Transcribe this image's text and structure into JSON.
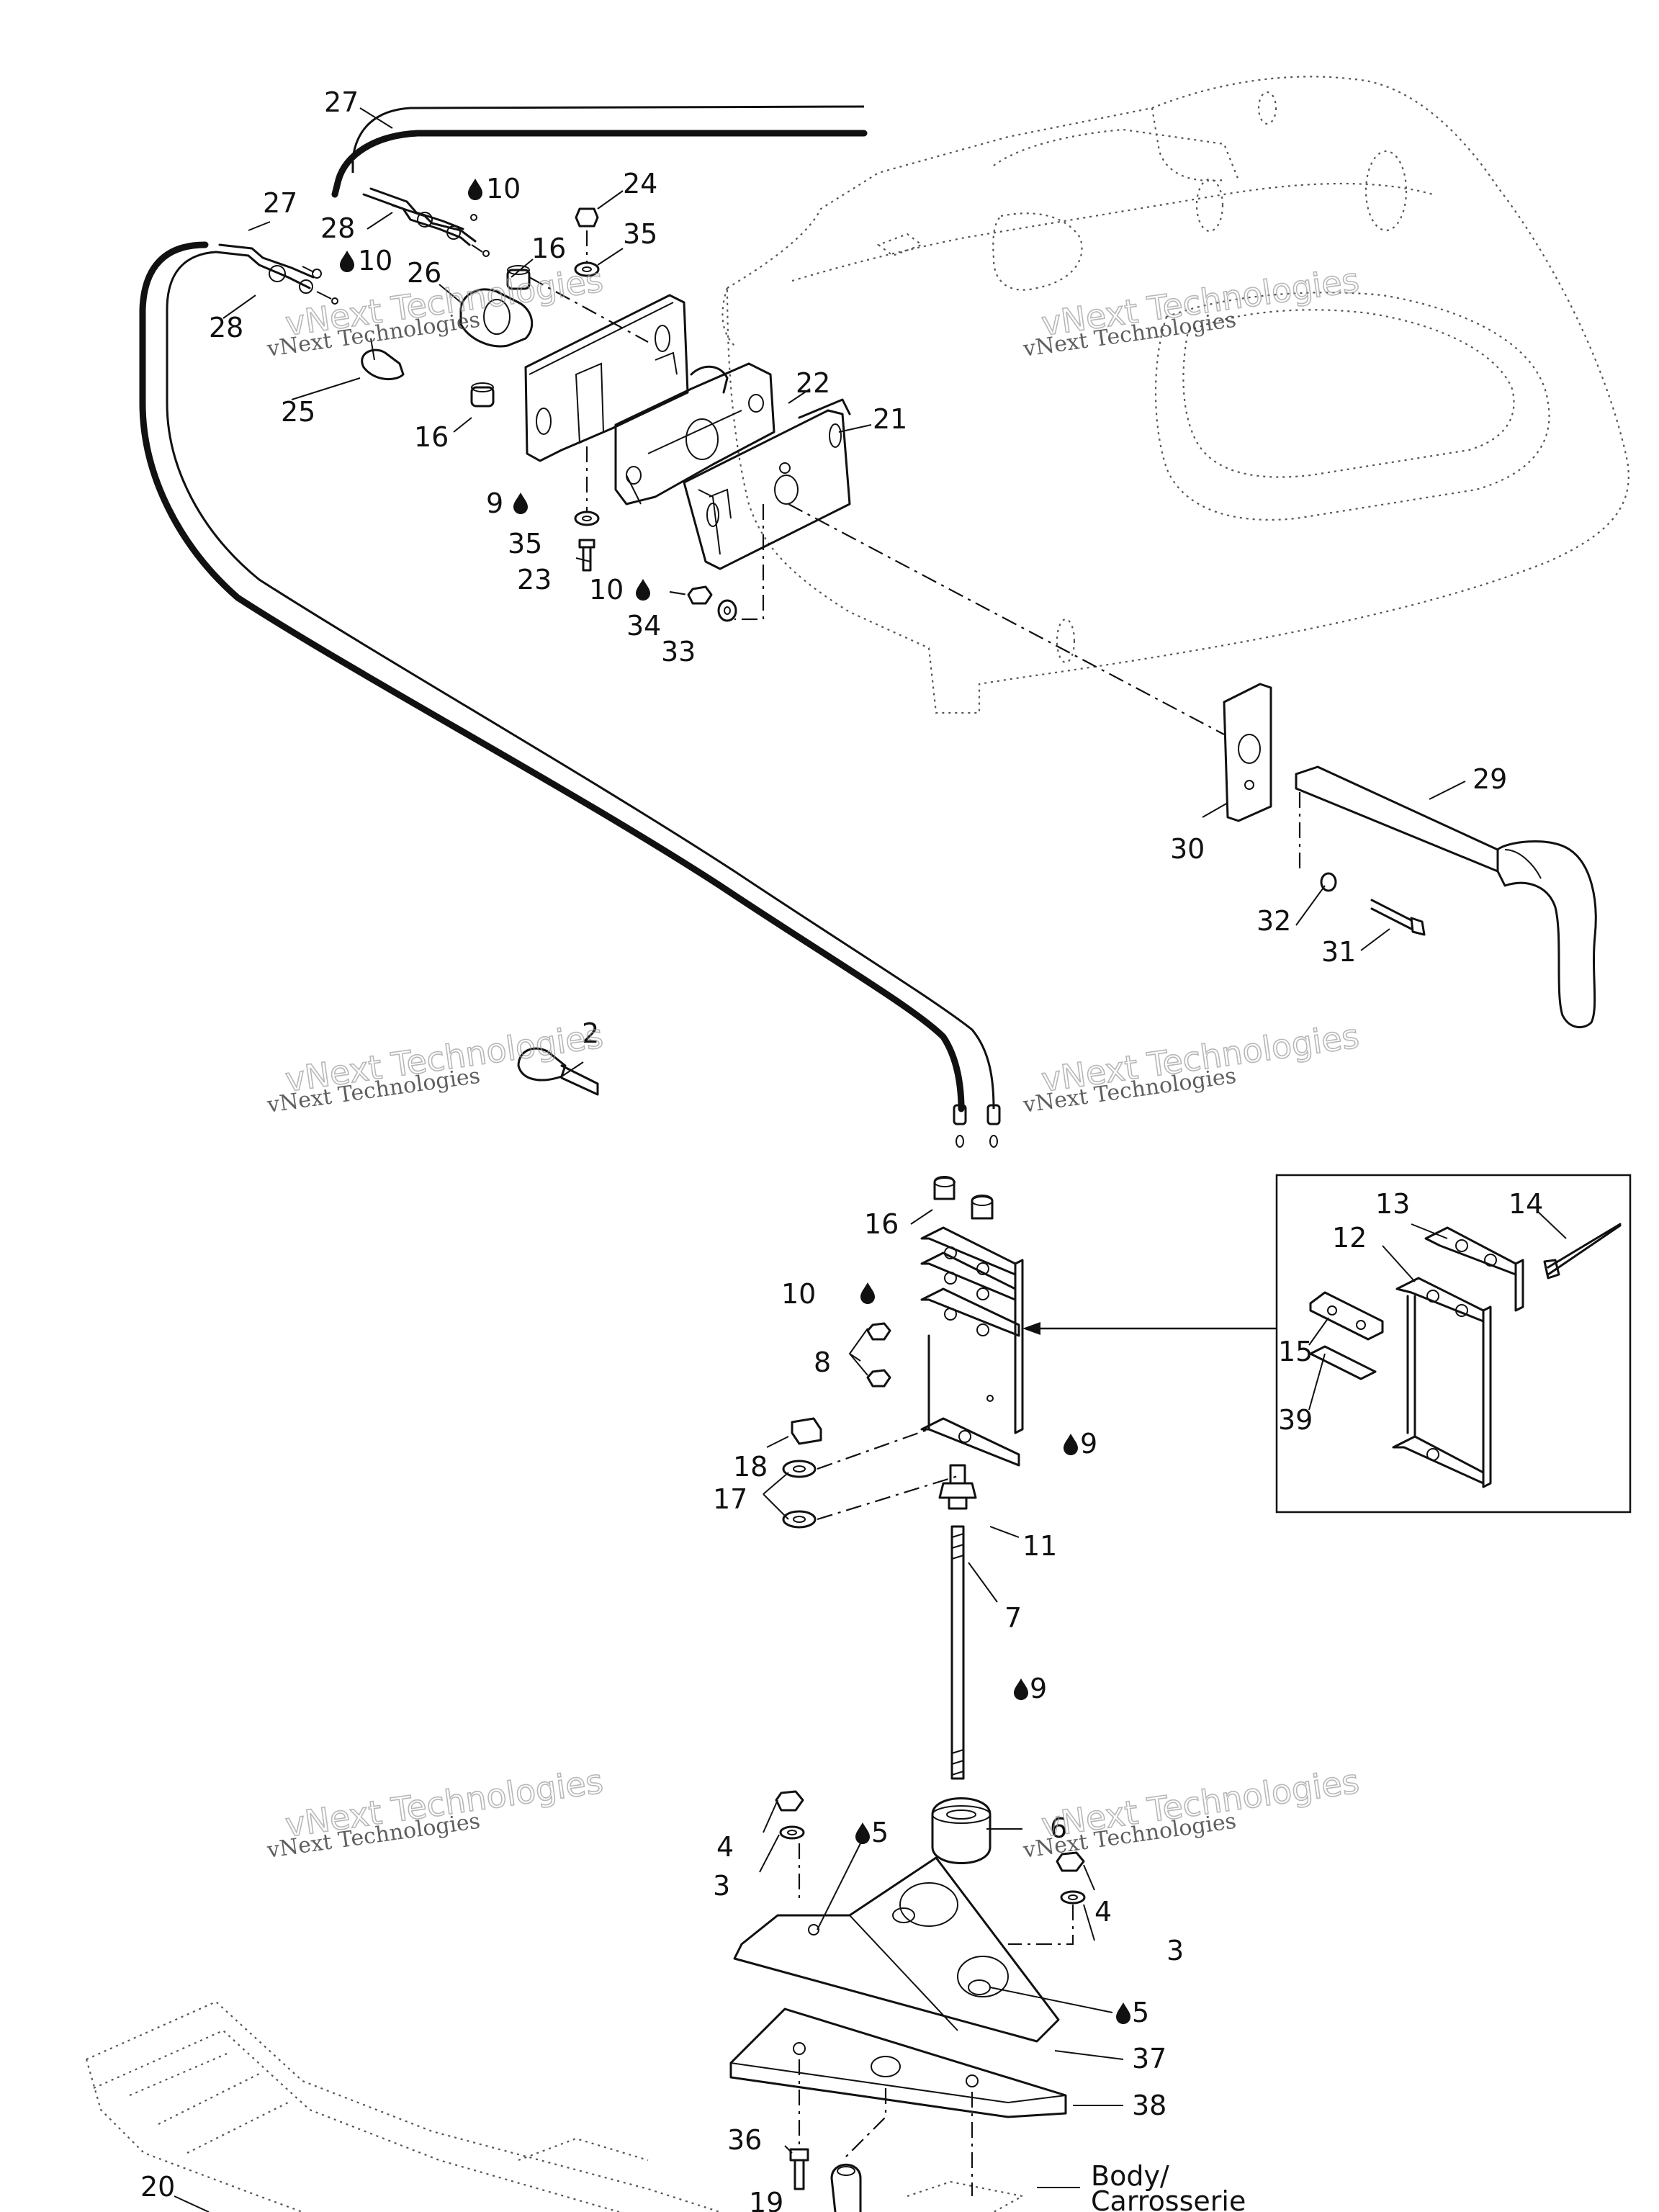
{
  "labels": {
    "l27a": "27",
    "l27b": "27",
    "l28a": "28",
    "l28b": "28",
    "l10a": "10",
    "l10b": "10",
    "l10c": "10",
    "l10d": "10",
    "l24": "24",
    "l35a": "35",
    "l35b": "35",
    "l16a": "16",
    "l16b": "16",
    "l16c": "16",
    "l26": "26",
    "l25": "25",
    "l22": "22",
    "l21": "21",
    "l9a": "9",
    "l9b": "9",
    "l9c": "9",
    "l23": "23",
    "l34": "34",
    "l33": "33",
    "l29": "29",
    "l30": "30",
    "l32": "32",
    "l31": "31",
    "l2": "2",
    "l8": "8",
    "l18": "18",
    "l17": "17",
    "l11": "11",
    "l7": "7",
    "l13": "13",
    "l14": "14",
    "l12": "12",
    "l15": "15",
    "l39": "39",
    "l4a": "4",
    "l4b": "4",
    "l3a": "3",
    "l3b": "3",
    "l5a": "5",
    "l5b": "5",
    "l6": "6",
    "l37": "37",
    "l38": "38",
    "l36": "36",
    "l20": "20",
    "l19": "19",
    "body1": "Body/",
    "body2": "Carrosserie"
  },
  "watermark": {
    "line1": "vNext Technologies",
    "line2": "vNext Technologies"
  },
  "icons": {
    "oil_drop": "drop-icon"
  }
}
